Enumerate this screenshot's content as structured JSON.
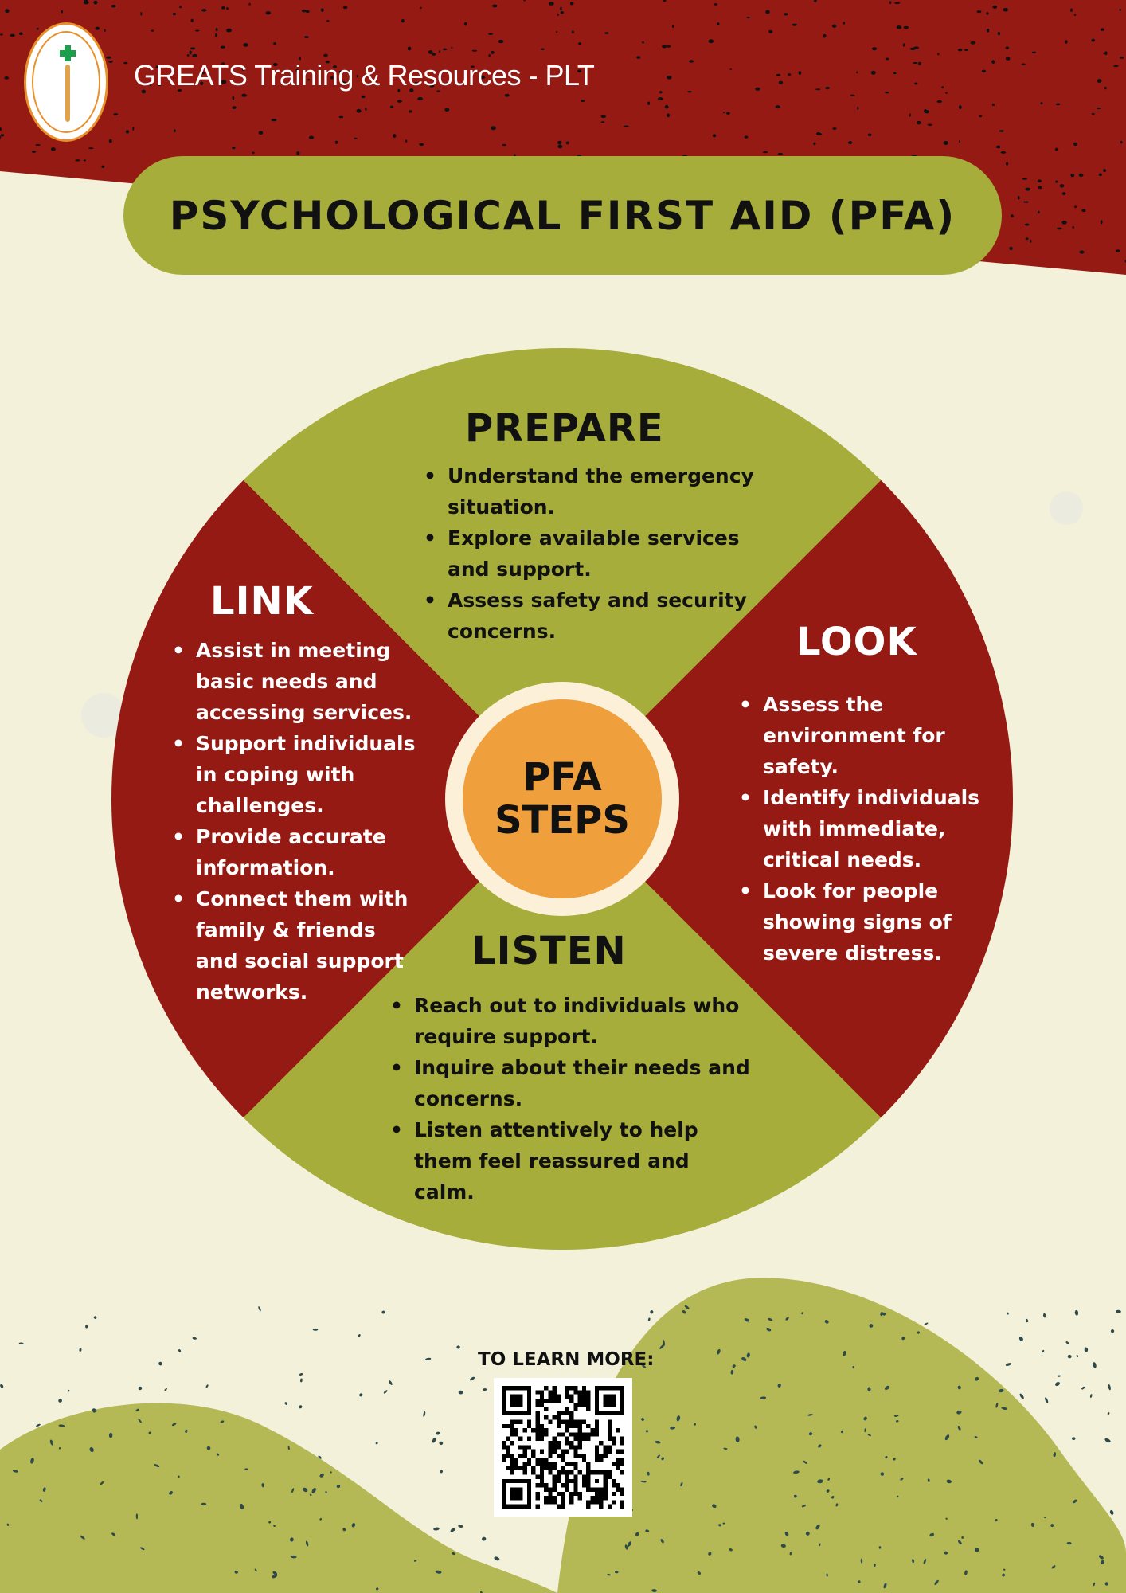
{
  "header": {
    "brand": "GREATS Training & Resources - PLT",
    "title": "PSYCHOLOGICAL FIRST AID (PFA)"
  },
  "center": {
    "line1": "PFA",
    "line2": "STEPS"
  },
  "sections": {
    "prepare": {
      "title": "PREPARE",
      "items": [
        "Understand the emergency situation.",
        "Explore available services and support.",
        "Assess safety and security concerns."
      ]
    },
    "look": {
      "title": "LOOK",
      "items": [
        "Assess the environment for safety.",
        "Identify individuals with immediate, critical needs.",
        "Look for people showing signs of severe distress."
      ]
    },
    "listen": {
      "title": "LISTEN",
      "items": [
        "Reach out to individuals who require support.",
        "Inquire about their needs and concerns.",
        "Listen attentively to help them feel reassured and calm."
      ]
    },
    "link": {
      "title": "LINK",
      "items": [
        "Assist in meeting basic needs and accessing services.",
        "Support individuals in coping with challenges.",
        "Provide accurate information.",
        "Connect them with family & friends and social support networks."
      ]
    }
  },
  "footer": {
    "learn_more": "TO LEARN MORE:"
  },
  "colors": {
    "red": "#961a14",
    "olive": "#a6ad3b",
    "cream": "#f3f1da",
    "orange": "#efa03c"
  }
}
